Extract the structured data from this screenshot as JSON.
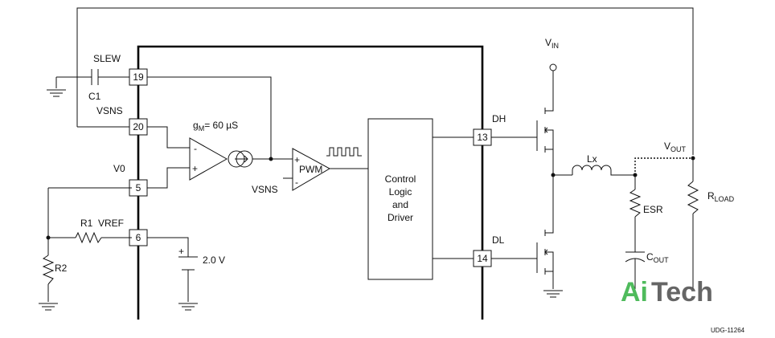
{
  "pins": {
    "slew": "19",
    "vsns": "20",
    "v0": "5",
    "vref": "6",
    "dh": "13",
    "dl": "14"
  },
  "labels": {
    "slew": "SLEW",
    "c1": "C1",
    "vsns": "VSNS",
    "v0": "V0",
    "r1": "R1",
    "vref": "VREF",
    "r2": "R2",
    "source_voltage": "2.0 V",
    "gm_prefix": "g",
    "gm_sub": "M",
    "gm_value": "= 60 µS",
    "pwm": "PWM",
    "pwm_minus_input": "VSNS",
    "control_line1": "Control",
    "control_line2": "Logic",
    "control_line3": "and",
    "control_line4": "Driver",
    "dh": "DH",
    "dl": "DL",
    "vin": "V",
    "vin_sub": "IN",
    "lx": "Lx",
    "esr": "ESR",
    "cout": "C",
    "cout_sub": "OUT",
    "vout": "V",
    "vout_sub": "OUT",
    "rload": "R",
    "rload_sub": "LOAD",
    "plus": "+",
    "minus": "-",
    "drawing_id": "UDG-11264"
  },
  "watermark": {
    "part1": "Ai",
    "part2": "Tech",
    "color1": "#3cb44b",
    "color2": "#555555"
  },
  "colors": {
    "wire": "#111111",
    "ic_outline": "#000000",
    "background": "#ffffff"
  }
}
